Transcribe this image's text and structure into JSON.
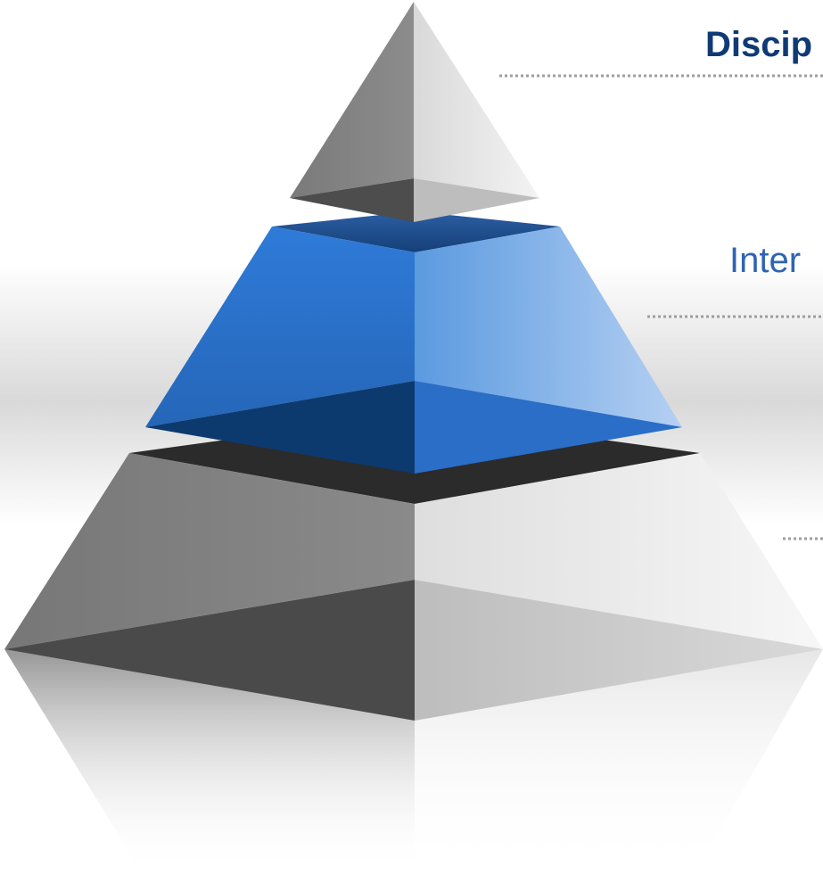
{
  "labels": {
    "top": "Discip",
    "middle": "Inter"
  },
  "colors": {
    "accent_dark": "#0f3a74",
    "accent": "#2e64b4",
    "tier_blue": "#2a73cf",
    "tier_gray": "#7f7f7f",
    "leader_line": "#9e9e9e"
  },
  "tiers": [
    {
      "name": "top-tier",
      "color": "gray"
    },
    {
      "name": "middle-tier",
      "color": "blue"
    },
    {
      "name": "base-tier",
      "color": "gray"
    }
  ]
}
